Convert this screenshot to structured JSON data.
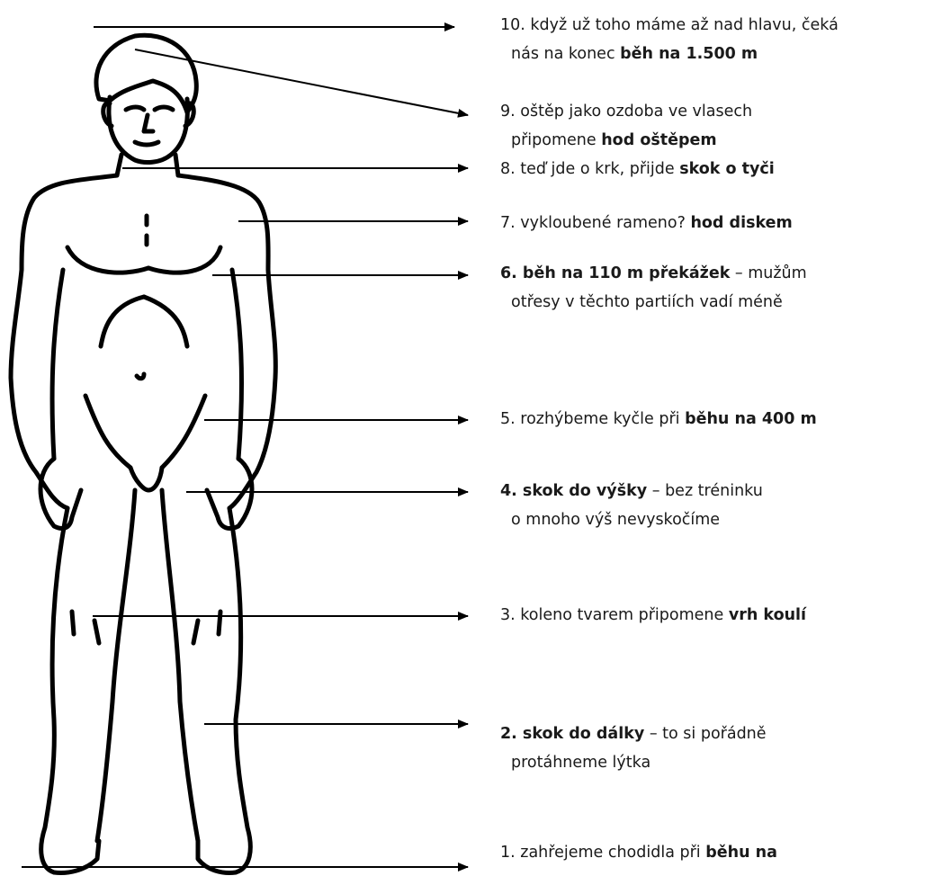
{
  "labels": [
    {
      "id": "10",
      "l1a": "10. když už toho máme až nad hlavu, čeká",
      "l1b": "",
      "l1c": "",
      "l2a": "nás na konec ",
      "l2b": "běh na 1.500 m",
      "l2c": ""
    },
    {
      "id": "9",
      "l1a": "9. oštěp jako ozdoba ve vlasech",
      "l1b": "",
      "l1c": "",
      "l2a": "připomene ",
      "l2b": "hod oštěpem",
      "l2c": ""
    },
    {
      "id": "8",
      "l1a": "8. teď jde o krk, přijde ",
      "l1b": "skok o tyči",
      "l1c": "",
      "l2a": "",
      "l2b": "",
      "l2c": ""
    },
    {
      "id": "7",
      "l1a": "7. vykloubené rameno? ",
      "l1b": "hod diskem",
      "l1c": "",
      "l2a": "",
      "l2b": "",
      "l2c": ""
    },
    {
      "id": "6",
      "l1a": "",
      "l1b": "6. běh na 110 m překážek",
      "l1c": " – mužům",
      "l2a": "otřesy v těchto partiích vadí méně",
      "l2b": "",
      "l2c": ""
    },
    {
      "id": "5",
      "l1a": "5. rozhýbeme kyčle při ",
      "l1b": "běhu na 400 m",
      "l1c": "",
      "l2a": "",
      "l2b": "",
      "l2c": ""
    },
    {
      "id": "4",
      "l1a": "",
      "l1b": "4. skok do výšky",
      "l1c": " – bez tréninku",
      "l2a": "o mnoho výš nevyskočíme",
      "l2b": "",
      "l2c": ""
    },
    {
      "id": "3",
      "l1a": "3. koleno tvarem připomene ",
      "l1b": "vrh koulí",
      "l1c": "",
      "l2a": "",
      "l2b": "",
      "l2c": ""
    },
    {
      "id": "2",
      "l1a": "",
      "l1b": "2. skok do dálky",
      "l1c": " – to si pořádně",
      "l2a": "protáhneme lýtka",
      "l2b": "",
      "l2c": ""
    },
    {
      "id": "1",
      "l1a": "1. zahřejeme chodidla při ",
      "l1b": "běhu na",
      "l1c": "",
      "l2a": "",
      "l2b": "",
      "l2c": ""
    }
  ]
}
